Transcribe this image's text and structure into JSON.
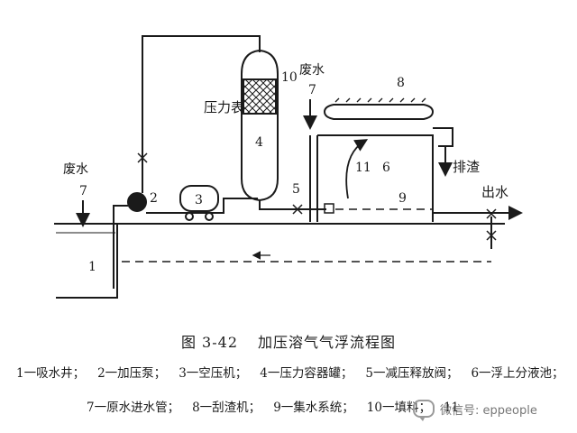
{
  "diagram": {
    "labels": {
      "wastewater_left": "废水",
      "num_7_left": "7",
      "num_1": "1",
      "num_2": "2",
      "num_3": "3",
      "num_4": "4",
      "pressure_gauge": "压力表",
      "num_10": "10",
      "wastewater_top": "废水",
      "num_7_top": "7",
      "num_8": "8",
      "num_5": "5",
      "num_11": "11",
      "num_6": "6",
      "num_9": "9",
      "slag_discharge": "排渣",
      "outlet_water": "出水"
    }
  },
  "caption": {
    "figure_no": "图 3-42",
    "title": "加压溶气气浮流程图"
  },
  "legend": {
    "row1": [
      "1一吸水井；",
      "2一加压泵；",
      "3一空压机；",
      "4一压力容器罐；",
      "5一减压释放阀；",
      "6一浮上分液池；"
    ],
    "row2": [
      "7一原水进水管；",
      "8一刮渣机；",
      "9一集水系统；",
      "10一填料；",
      "11"
    ]
  },
  "watermark": {
    "text": "微信号: eppeople"
  }
}
